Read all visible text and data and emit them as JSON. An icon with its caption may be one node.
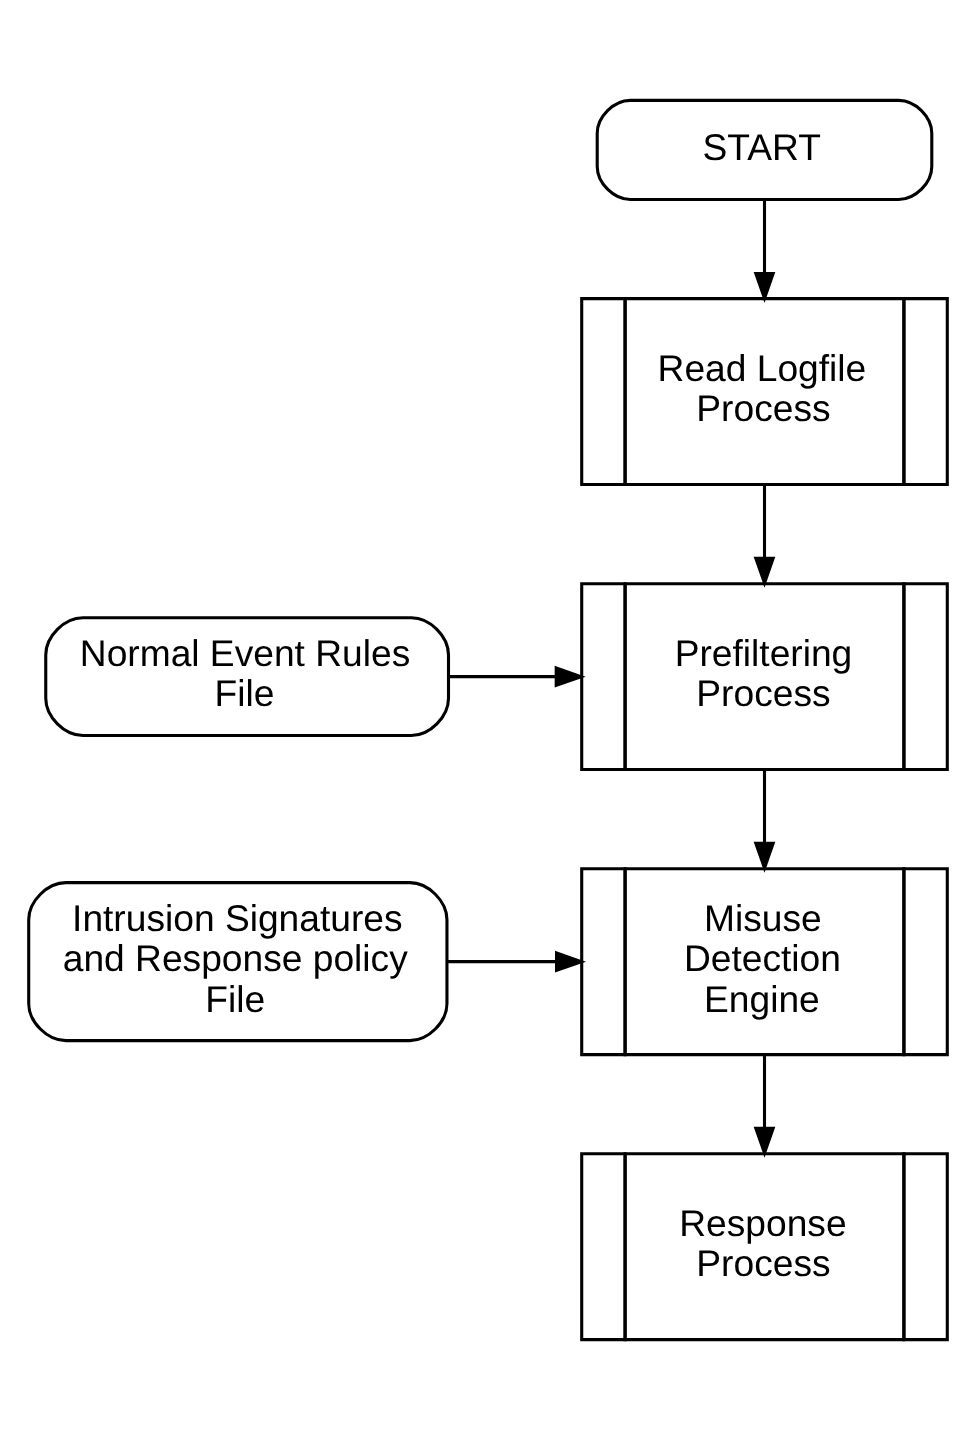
{
  "diagram": {
    "nodes": [
      {
        "text": [
          "START"
        ]
      },
      {
        "text": [
          "Read Logfile Process"
        ]
      },
      {
        "text": [
          "Normal Event Rules File"
        ]
      },
      {
        "text": [
          "Prefiltering Process"
        ]
      },
      {
        "text": [
          "Intrusion Signatures and Response policy File"
        ]
      },
      {
        "text": [
          "Misuse Detection Engine"
        ]
      },
      {
        "text": [
          "Response Process"
        ]
      }
    ],
    "edges": [
      {
        "from": 0,
        "to": 1,
        "arrow": "to"
      },
      {
        "from": 1,
        "to": 3,
        "arrow": "to"
      },
      {
        "from": 2,
        "to": 3,
        "arrow": "to"
      },
      {
        "from": 3,
        "to": 5,
        "arrow": "to"
      },
      {
        "from": 4,
        "to": 5,
        "arrow": "to"
      },
      {
        "from": 5,
        "to": 6,
        "arrow": "to"
      }
    ]
  }
}
